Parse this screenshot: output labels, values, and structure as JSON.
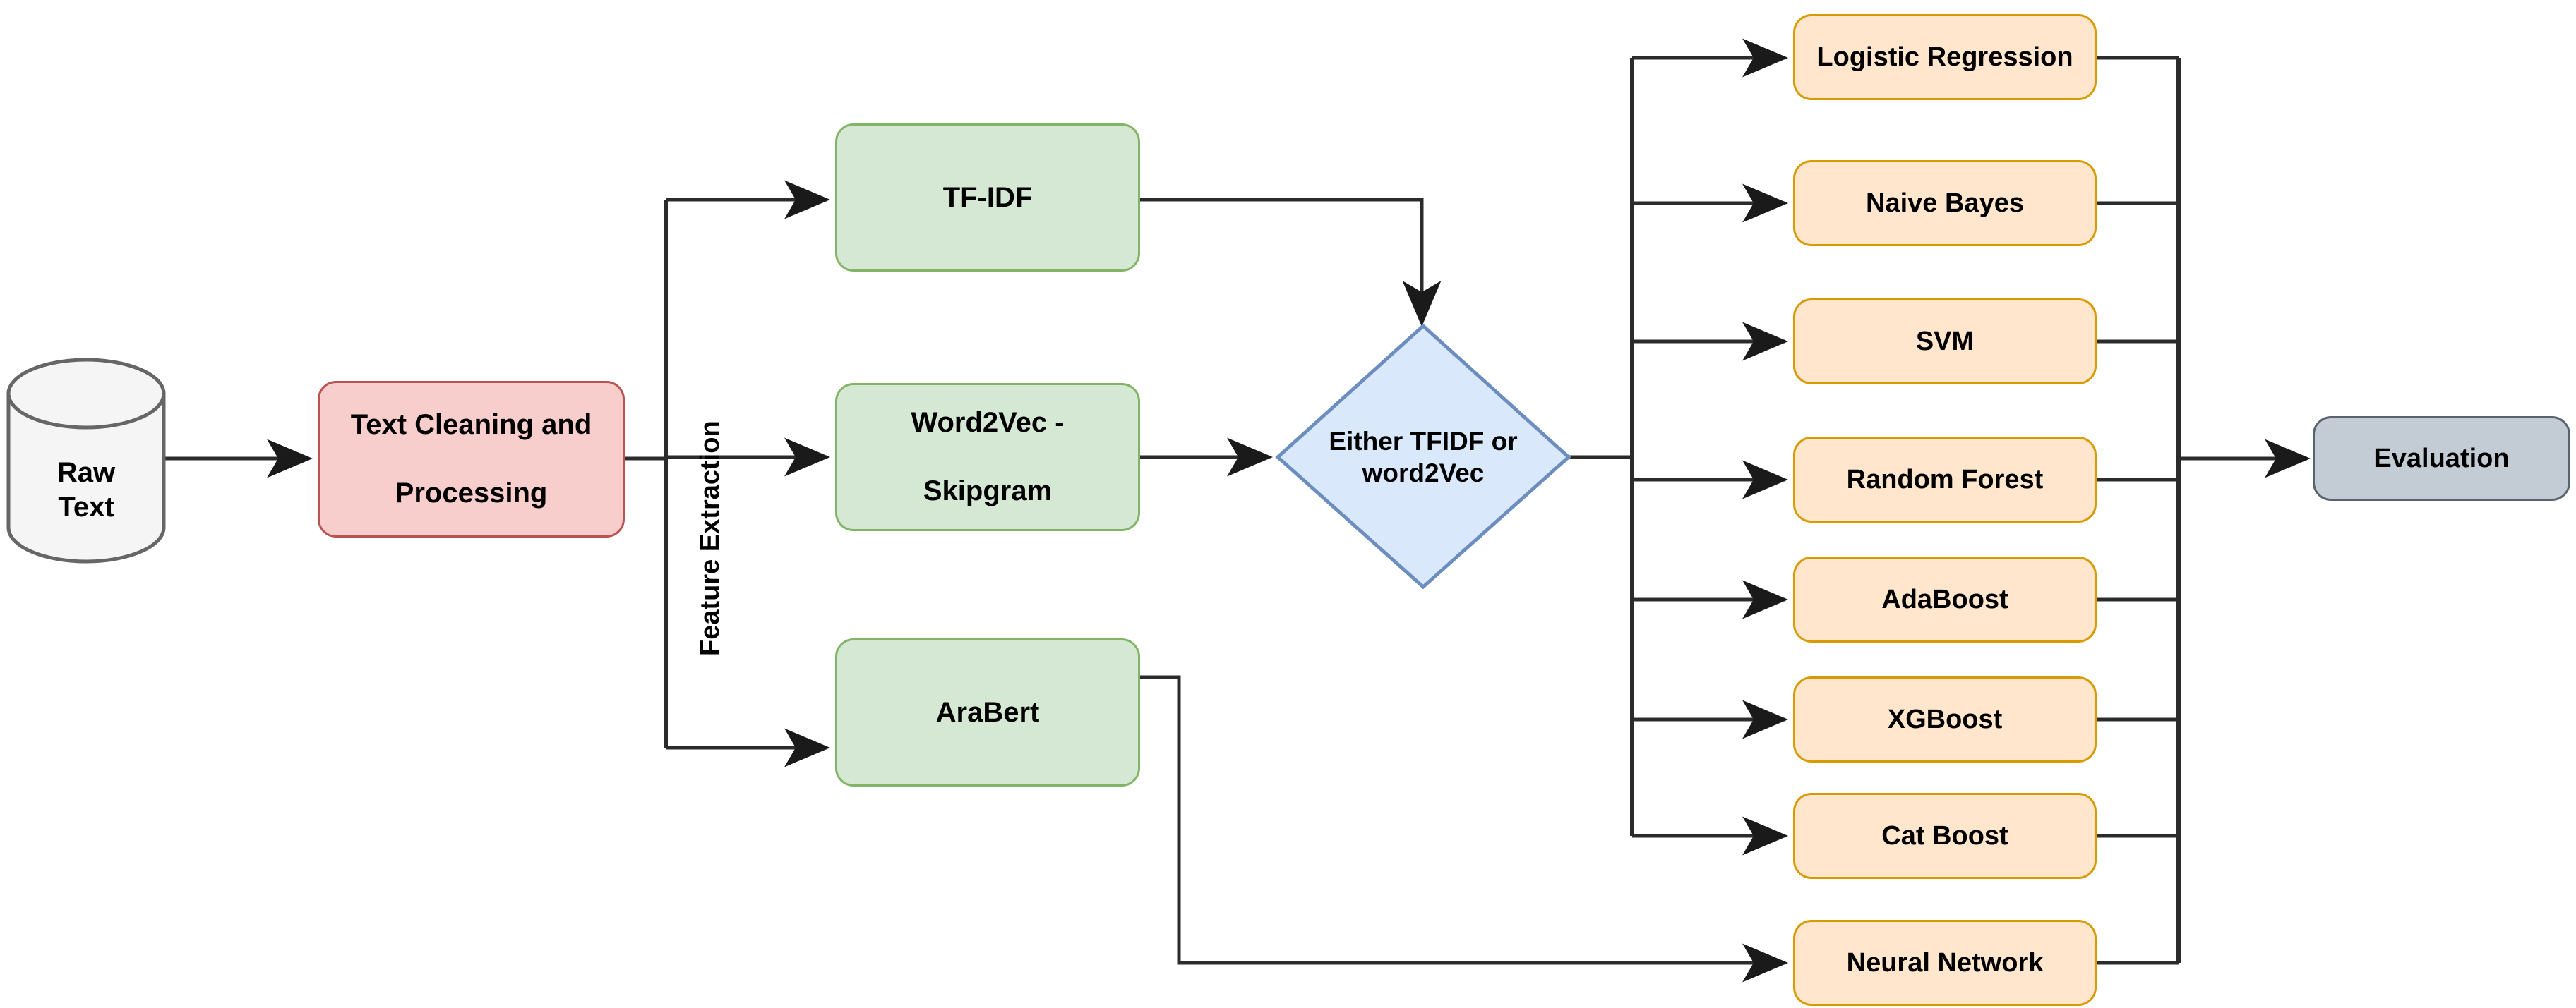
{
  "diagram": {
    "title": "Text Classification Pipeline Flowchart",
    "colors": {
      "green_fill": "#d5e8d4",
      "green_border": "#82b366",
      "pink_fill": "#f8cecc",
      "pink_border": "#b85450",
      "orange_fill": "#ffe6cc",
      "orange_border": "#d79b00",
      "blue_fill": "#dae8fc",
      "blue_border": "#6c8ebf",
      "gray_fill": "#c3ccd5",
      "gray_border": "#58636e",
      "cylinder_fill": "#f5f5f5",
      "cylinder_border": "#666666",
      "edge": "#2b2b2b",
      "background": "#ffffff"
    },
    "source": {
      "label": "Raw\nText",
      "line1": "Raw",
      "line2": "Text"
    },
    "preprocess": {
      "label": "Text Cleaning and Processing",
      "line1": "Text Cleaning and",
      "line2": "Processing"
    },
    "branch_label": "Feature Extraction",
    "features": [
      {
        "label": "TF-IDF"
      },
      {
        "label": "Word2Vec -\nSkipgram",
        "line1": "Word2Vec -",
        "line2": "Skipgram"
      },
      {
        "label": "AraBert"
      }
    ],
    "decision": {
      "label": "Either TFIDF or word2Vec",
      "line1": "Either TFIDF or",
      "line2": "word2Vec"
    },
    "classifiers": [
      {
        "label": "Logistic Regression"
      },
      {
        "label": "Naive Bayes"
      },
      {
        "label": "SVM"
      },
      {
        "label": "Random Forest"
      },
      {
        "label": "AdaBoost"
      },
      {
        "label": "XGBoost"
      },
      {
        "label": "Cat Boost"
      },
      {
        "label": "Neural Network"
      }
    ],
    "sink": {
      "label": "Evaluation"
    }
  }
}
